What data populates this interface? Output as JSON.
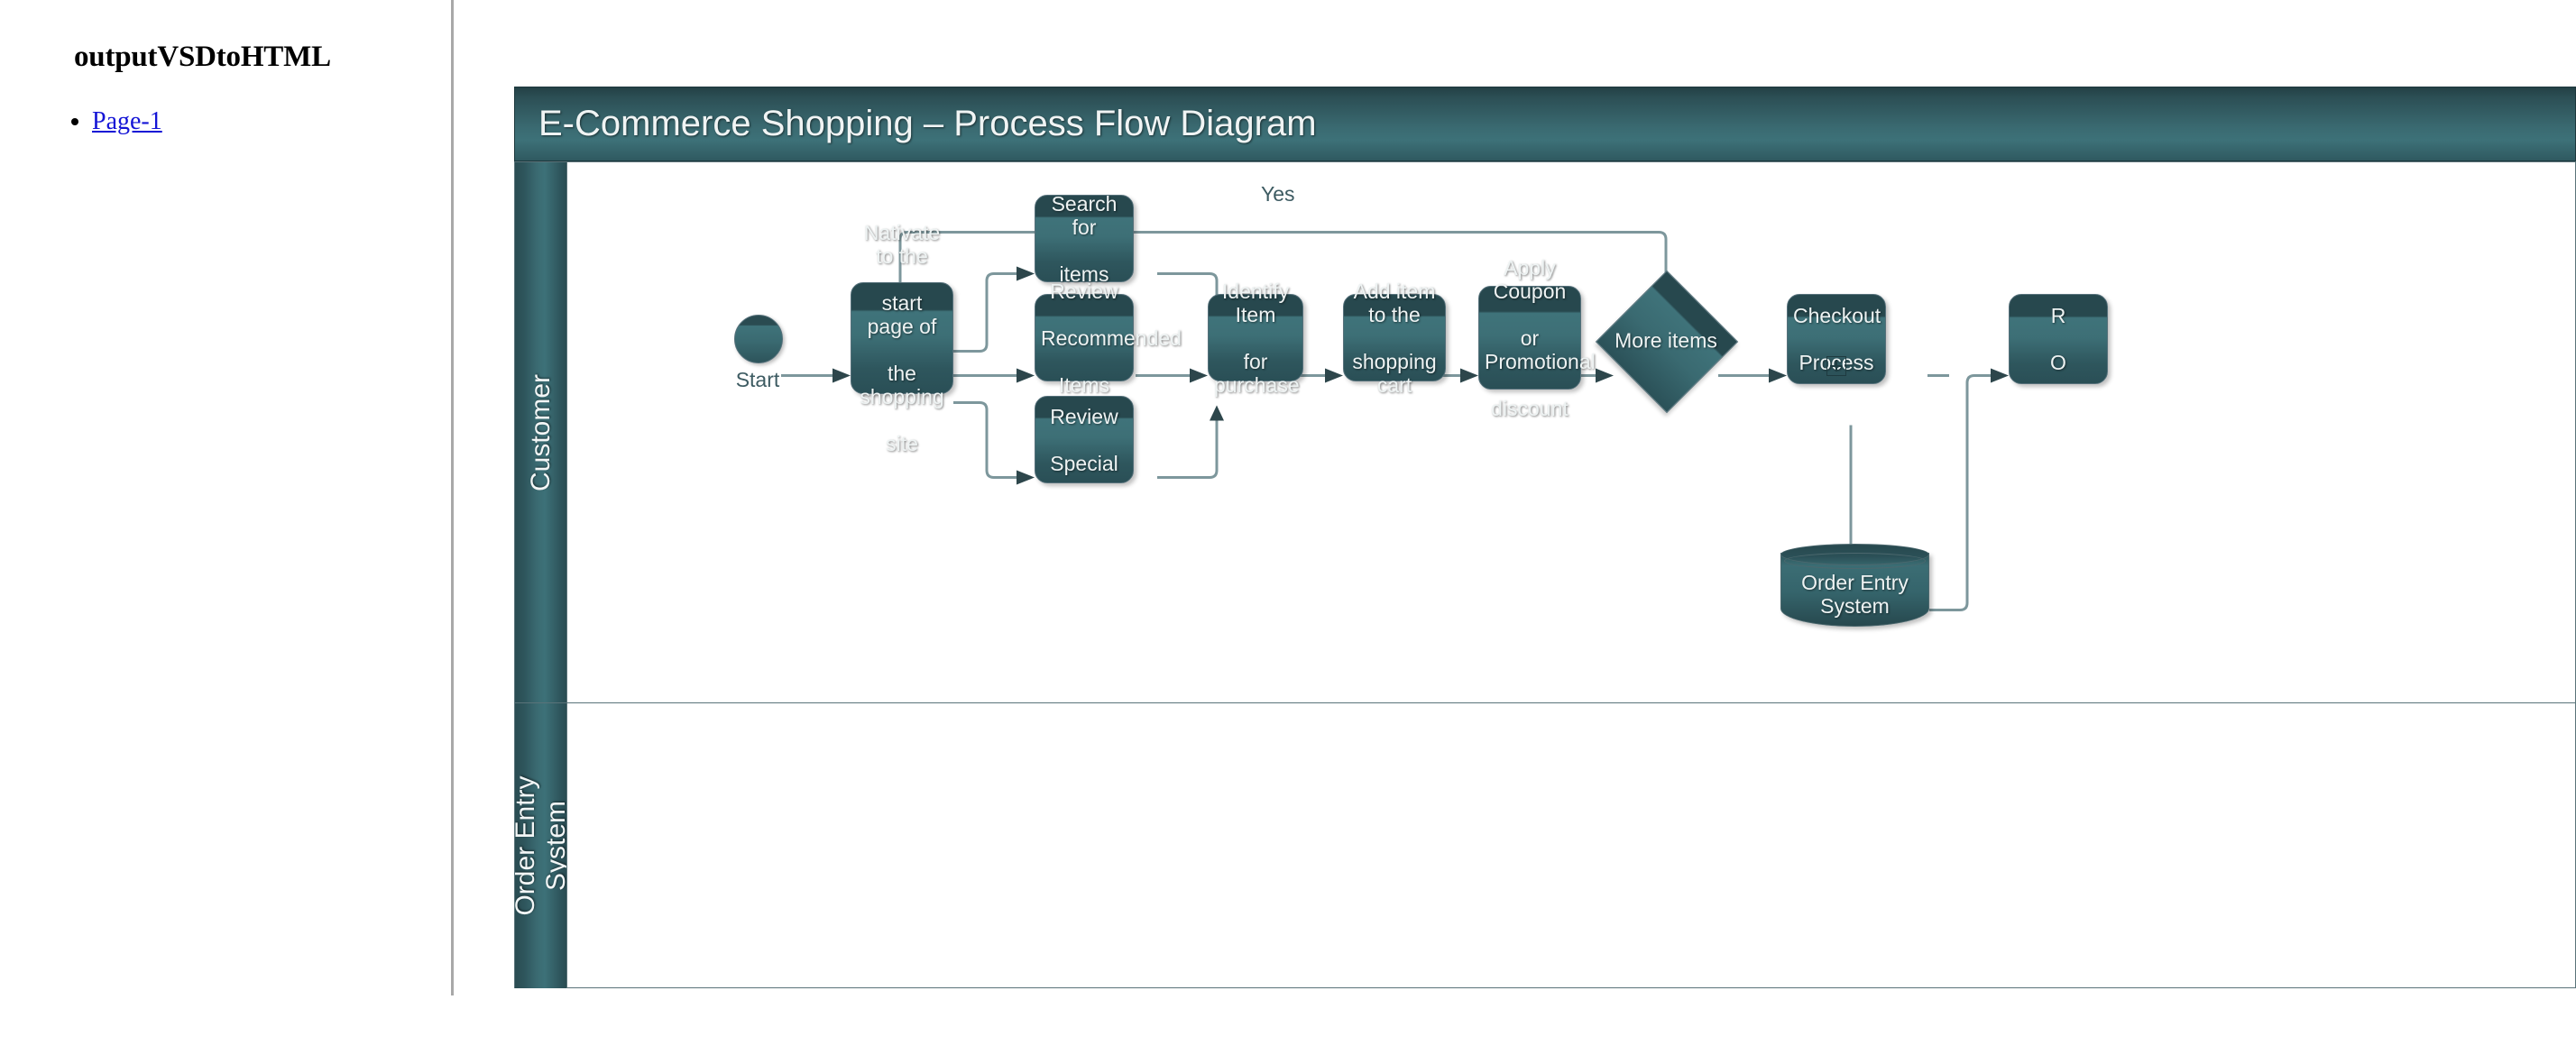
{
  "sidebar": {
    "title": "outputVSDtoHTML",
    "items": [
      {
        "label": "Page-1"
      }
    ]
  },
  "diagram": {
    "title": "E-Commerce Shopping – Process Flow Diagram",
    "lanes": [
      {
        "id": "customer",
        "label": "Customer"
      },
      {
        "id": "order-entry-system",
        "label_line1": "Order Entry",
        "label_line2": "System"
      }
    ],
    "start": {
      "label": "Start"
    },
    "nodes": {
      "navigate": {
        "line1": "Nativate to the",
        "line2": "start page of",
        "line3": "the shopping",
        "line4": "site"
      },
      "search": {
        "line1": "Search for",
        "line2": "items"
      },
      "review_rec": {
        "line1": "Review",
        "line2": "Recommended",
        "line3": "Items"
      },
      "review_spec": {
        "line1": "Review",
        "line2": "Special"
      },
      "identify": {
        "line1": "Identify Item",
        "line2": "for purchase"
      },
      "add_cart": {
        "line1": "Add item to the",
        "line2": "shopping cart"
      },
      "coupon": {
        "line1": "Apply Coupon",
        "line2": "or Promotional",
        "line3": "discount"
      },
      "more_items": {
        "label": "More items"
      },
      "checkout": {
        "line1": "Checkout",
        "line2": "Process",
        "marker": "+"
      },
      "cutoff": {
        "line1": "R",
        "line2": "O"
      },
      "database": {
        "line1": "Order Entry",
        "line2": "System"
      }
    },
    "edges": [
      {
        "from": "more_items",
        "to": "navigate",
        "label": "Yes"
      }
    ],
    "colors": {
      "shape_fill_dark": "#27484e",
      "shape_fill_light": "#3f737a",
      "shape_border": "#55707a",
      "connector": "#7d979c",
      "title_bar": "#3a6a71",
      "lane_band": "#3d7178",
      "shape_text": "#eef3f3",
      "label_text": "#3d5b62",
      "link": "#1414d6"
    }
  }
}
